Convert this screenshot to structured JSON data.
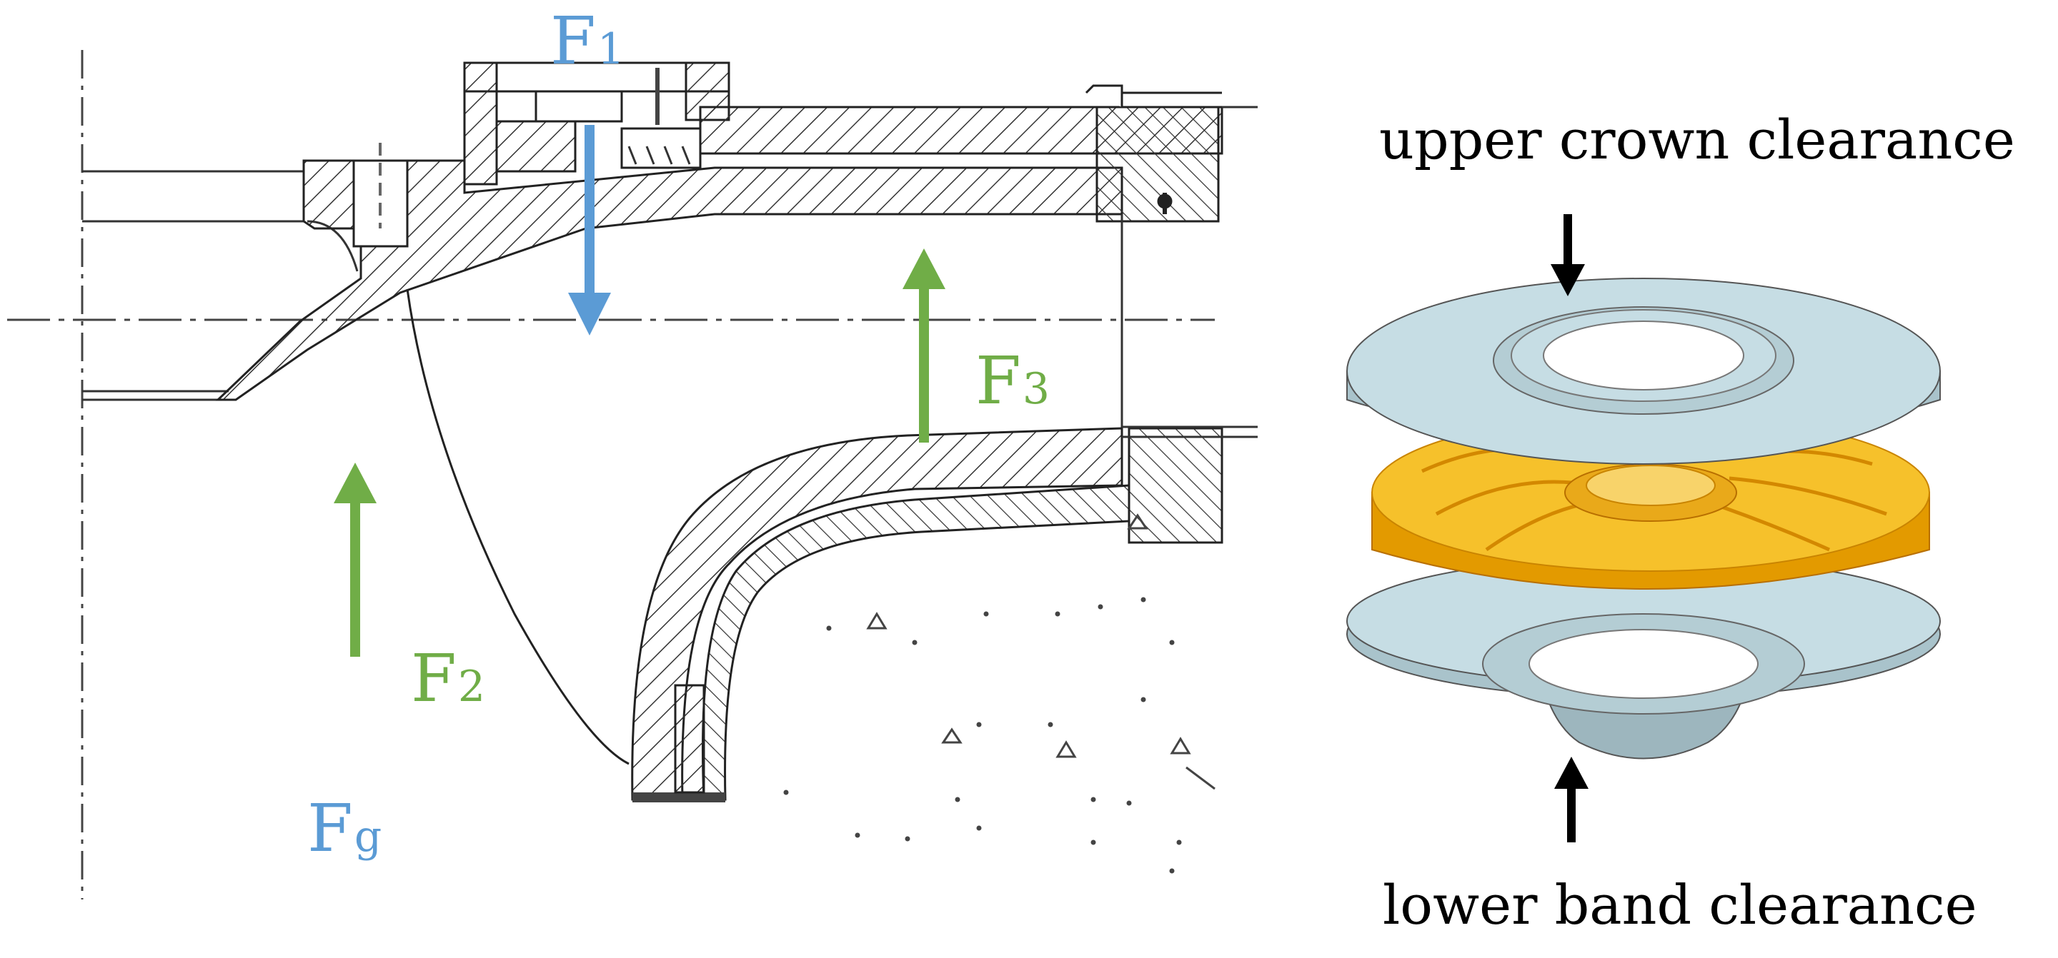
{
  "colors": {
    "blue": "#5b9bd5",
    "green": "#70ad47",
    "line": "#222222",
    "hatch": "#333333",
    "disc_face": "#c6dde4",
    "disc_side": "#a9c3cb",
    "impeller_top": "#f6c12b",
    "impeller_side": "#e39a00",
    "arrow_black": "#000000"
  },
  "forces": {
    "f1": {
      "base": "F",
      "sub": "1",
      "color": "blue"
    },
    "f2": {
      "base": "F",
      "sub": "2",
      "color": "green"
    },
    "f3": {
      "base": "F",
      "sub": "3",
      "color": "green"
    },
    "fg": {
      "base": "F",
      "sub": "g",
      "color": "blue"
    }
  },
  "captions": {
    "upper": "upper crown clearance",
    "lower": "lower band clearance"
  },
  "icons": {
    "force_arrow": "arrow",
    "clearance_arrow": "down-arrow / up-arrow"
  }
}
